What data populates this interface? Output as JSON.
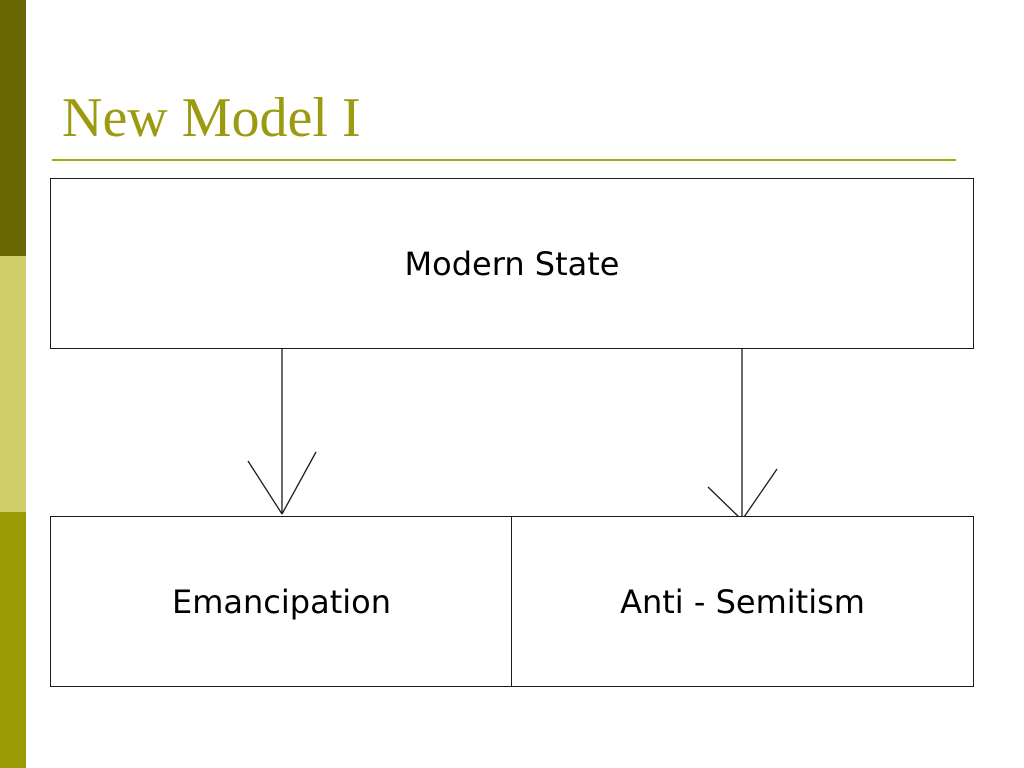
{
  "slide": {
    "title": "New Model I"
  },
  "colors": {
    "title": "#9c9a10",
    "rule": "#a8a616",
    "bar_top": "#676704",
    "bar_middle": "#cfcf6a",
    "bar_bottom": "#9a9a04",
    "box_border": "#1a1a1a",
    "arrow": "#1a1a1a"
  },
  "diagram": {
    "top_box": {
      "label": "Modern State"
    },
    "bottom_left_box": {
      "label": "Emancipation"
    },
    "bottom_right_box": {
      "label": "Anti - Semitism"
    },
    "arrows": [
      {
        "from": "Modern State",
        "to": "Emancipation"
      },
      {
        "from": "Modern State",
        "to": "Anti - Semitism"
      }
    ]
  }
}
